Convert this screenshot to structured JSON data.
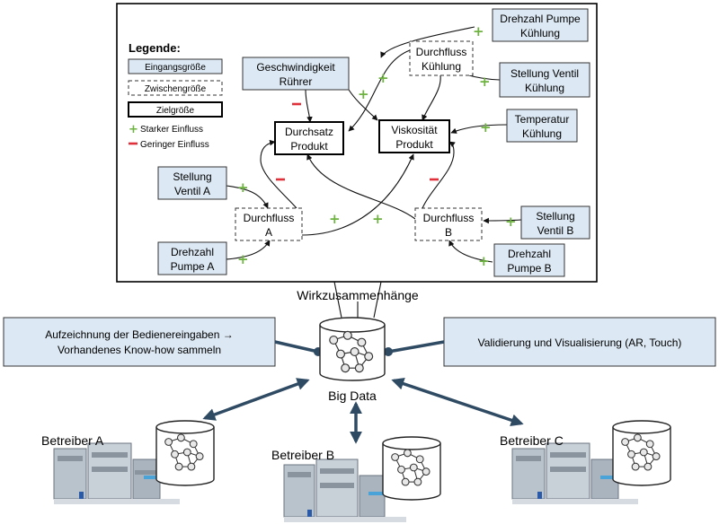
{
  "legend": {
    "title": "Legende:",
    "input": "Eingangsgröße",
    "intermediate": "Zwischengröße",
    "target": "Zielgröße",
    "strong": "Starker Einfluss",
    "weak": "Geringer Einfluss"
  },
  "nodes": {
    "drehzahl_pumpe_kuehlung": [
      "Drehzahl Pumpe",
      "Kühlung"
    ],
    "durchfluss_kuehlung": [
      "Durchfluss",
      "Kühlung"
    ],
    "geschwindigkeit_ruehrer": [
      "Geschwindigkeit",
      "Rührer"
    ],
    "stellung_ventil_kuehlung": [
      "Stellung Ventil",
      "Kühlung"
    ],
    "durchsatz_produkt": [
      "Durchsatz",
      "Produkt"
    ],
    "viskositaet_produkt": [
      "Viskosität",
      "Produkt"
    ],
    "temperatur_kuehlung": [
      "Temperatur",
      "Kühlung"
    ],
    "stellung_ventil_a": [
      "Stellung",
      "Ventil A"
    ],
    "durchfluss_a": [
      "Durchfluss",
      "A"
    ],
    "durchfluss_b": [
      "Durchfluss",
      "B"
    ],
    "stellung_ventil_b": [
      "Stellung",
      "Ventil B"
    ],
    "drehzahl_pumpe_a": [
      "Drehzahl",
      "Pumpe A"
    ],
    "drehzahl_pumpe_b": [
      "Drehzahl",
      "Pumpe B"
    ]
  },
  "caption": "Wirkzusammenhänge",
  "left_box": [
    "Aufzeichnung der Bedienereingaben →",
    "Vorhandenes Know-how sammeln"
  ],
  "right_box": "Validierung und Visualisierung (AR, Touch)",
  "center_label": "Big Data",
  "operators": [
    "Betreiber A",
    "Betreiber B",
    "Betreiber C"
  ],
  "colors": {
    "input_fill": "#dce8f3",
    "strong_influence": "#6db33f",
    "weak_influence": "#e0303a",
    "connector": "#2f4a63"
  }
}
